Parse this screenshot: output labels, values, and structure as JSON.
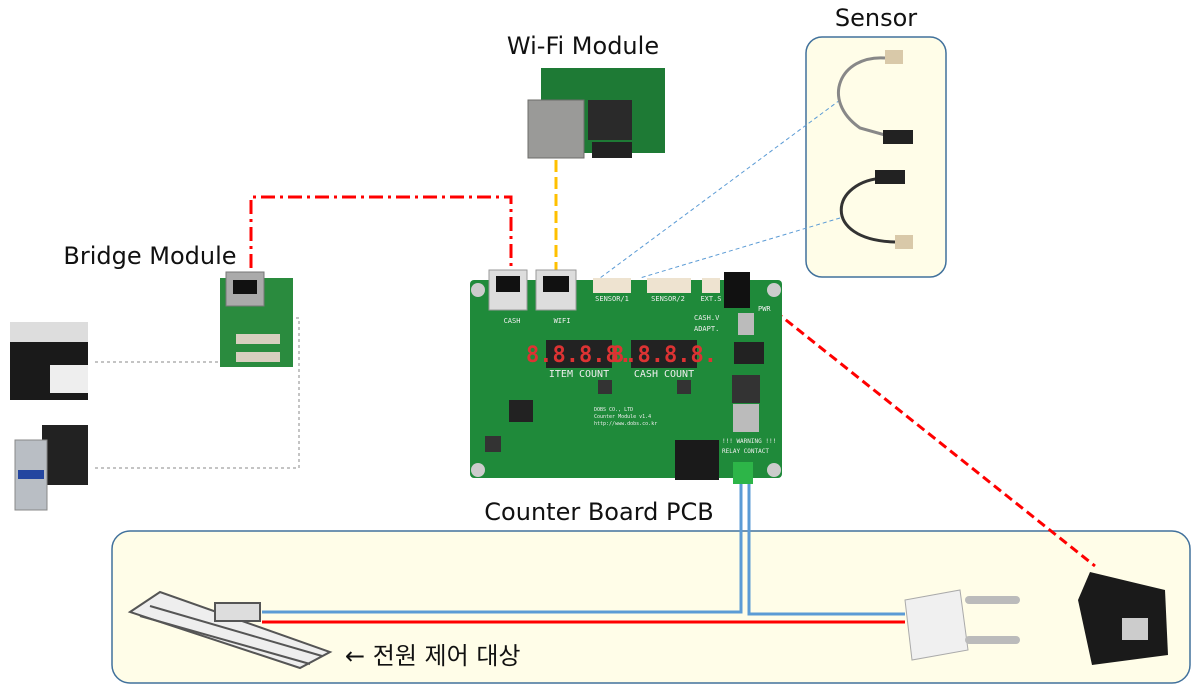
{
  "labels": {
    "wifi_module": "Wi-Fi Module",
    "sensor": "Sensor",
    "bridge_module": "Bridge Module",
    "counter_board": "Counter Board PCB",
    "power_target": "← 전원 제어 대상"
  },
  "pcb": {
    "port_cash": "CASH",
    "port_wifi": "WIFI",
    "sensor1": "SENSOR/1",
    "sensor2": "SENSOR/2",
    "ext": "EXT.S",
    "pwr": "PWR",
    "cash_v": "CASH.V",
    "adapt": "ADAPT.",
    "display1": "8.8.8.8.",
    "display2": "8.8.8.8.",
    "item_count": "ITEM COUNT",
    "cash_count": "CASH COUNT",
    "maker1": "DOBS CO., LTD",
    "maker2": "Counter Module v1.4",
    "maker3": "http://www.dobs.co.kr",
    "warning": "!!! WARNING !!!",
    "relay": "RELAY CONTACT"
  },
  "colors": {
    "lan_link": "#ff0000",
    "wifi_link": "#ffc000",
    "signal_link": "#5b9bd5",
    "power_link": "#ff0000",
    "panel_fill": "#fffde8",
    "panel_stroke": "#41719c",
    "pcb_green": "#1f8a3a"
  }
}
